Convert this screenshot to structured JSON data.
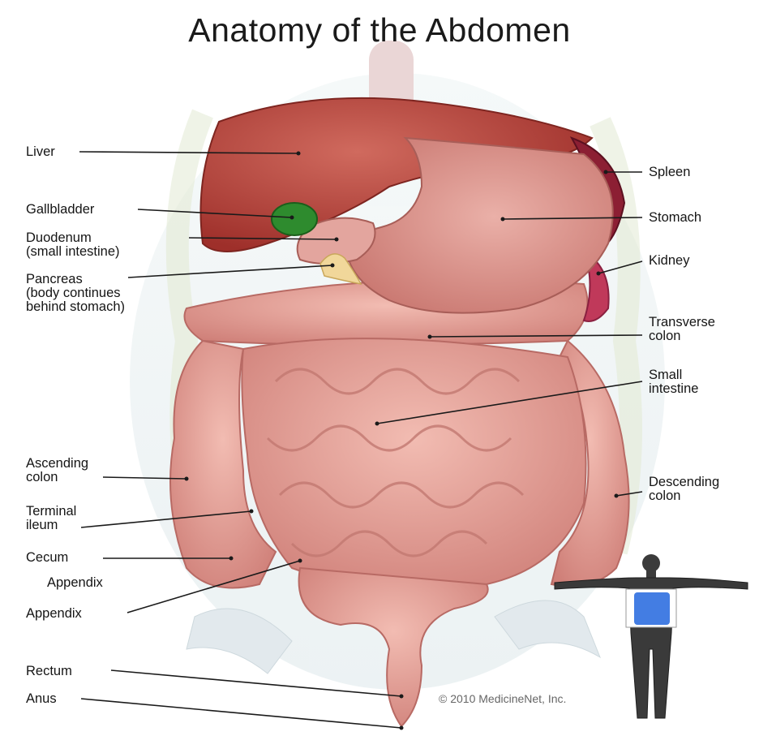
{
  "title": "Anatomy of the Abdomen",
  "labels": {
    "liver": "Liver",
    "gallbladder": "Gallbladder",
    "duodenum": "Duodenum\n(small intestine)",
    "pancreas": "Pancreas\n(body continues\nbehind stomach)",
    "ascending_colon": "Ascending\ncolon",
    "terminal_ileum": "Terminal\nileum",
    "cecum": "Cecum",
    "appendix_1": "Appendix",
    "appendix_2": "Appendix",
    "rectum": "Rectum",
    "anus": "Anus",
    "spleen": "Spleen",
    "stomach": "Stomach",
    "kidney": "Kidney",
    "transverse_colon": "Transverse\ncolon",
    "small_intestine": "Small\nintestine",
    "descending_colon": "Descending\ncolon"
  },
  "copyright": "© 2010 MedicineNet, Inc.",
  "colors": {
    "liver": "#b8423a",
    "stomach": "#d98b86",
    "intestine": "#e8a39d",
    "gallbladder": "#2e8b2e",
    "pancreas": "#f1d79a",
    "spleen": "#8c1f33",
    "kidney": "#c0395a",
    "bone": "#d8e2e6",
    "body_highlight": "#2f6fe0"
  }
}
